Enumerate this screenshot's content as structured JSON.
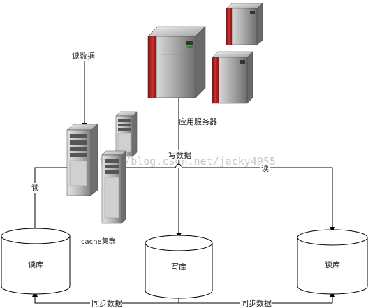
{
  "labels": {
    "read_data": "读数据",
    "app_server": "应用服务器",
    "write_data": "写数据",
    "read_left": "读",
    "read_right": "读",
    "cache_cluster": "cache集群",
    "sync_left": "同步数据",
    "sync_right": "同步数据"
  },
  "databases": {
    "left": "读库",
    "center": "写库",
    "right": "读库"
  },
  "watermark": "http://blog.csdn.net/jacky4955",
  "colors": {
    "server_red": "#b01818",
    "server_gray": "#8a8a8a",
    "tower_gray": "#9a9a9a",
    "line": "#000000"
  },
  "icons": {
    "app_server": "red-mainframe-server-icon",
    "cache_server": "gray-tower-server-icon",
    "database": "database-cylinder-icon"
  }
}
